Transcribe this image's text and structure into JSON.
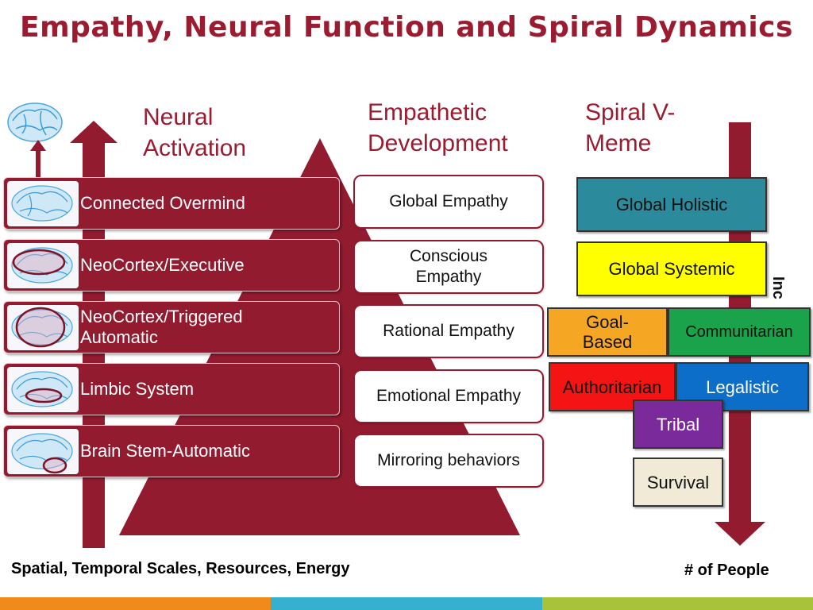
{
  "title": "Empathy, Neural Function and Spiral Dynamics",
  "columns": {
    "neural": {
      "line1": "Neural",
      "line2": "Activation"
    },
    "empathetic": {
      "line1": "Empathetic",
      "line2": "Development"
    },
    "spiral": {
      "line1": "Spiral V-",
      "line2": "Meme"
    }
  },
  "neural_levels": [
    {
      "label": "Connected Overmind"
    },
    {
      "label": "NeoCortex/Executive"
    },
    {
      "label_line1": "NeoCortex/Triggered",
      "label_line2": "Automatic"
    },
    {
      "label": "Limbic System"
    },
    {
      "label": "Brain Stem-Automatic"
    }
  ],
  "empathy_levels": [
    {
      "label": "Global Empathy"
    },
    {
      "label_line1": "Conscious",
      "label_line2": "Empathy"
    },
    {
      "label": "Rational Empathy"
    },
    {
      "label": "Emotional Empathy"
    },
    {
      "label": "Mirroring behaviors"
    }
  ],
  "vmemes": {
    "global_holistic": {
      "label": "Global Holistic",
      "color": "#2b8a9c"
    },
    "global_systemic": {
      "label": "Global Systemic",
      "color": "#ffff00"
    },
    "goal_based": {
      "line1": "Goal-",
      "line2": "Based",
      "color": "#f5a623"
    },
    "communitarian": {
      "label": "Communitarian",
      "color": "#1aa34a"
    },
    "authoritarian": {
      "label": "Authoritarian",
      "color": "#f41414"
    },
    "legalistic": {
      "label": "Legalistic",
      "color": "#0d6ec9"
    },
    "tribal": {
      "label": "Tribal",
      "color": "#7b2a9c"
    },
    "survival": {
      "label": "Survival",
      "color": "#f0ead6"
    }
  },
  "partial_vertical_text": "Inc",
  "footer": {
    "left": "Spatial, Temporal Scales, Resources, Energy",
    "right": "# of People"
  },
  "colors": {
    "accent": "#931b30",
    "bottom_bar": [
      "#f08a1a",
      "#35b1cf",
      "#a8c23a"
    ]
  }
}
